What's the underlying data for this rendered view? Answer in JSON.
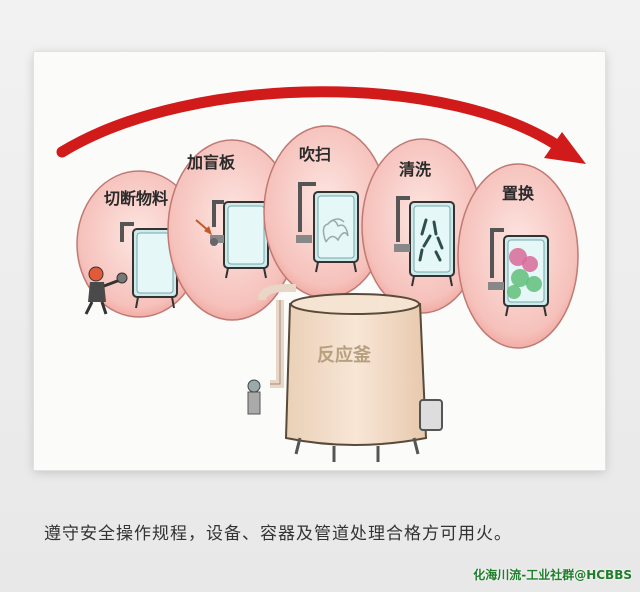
{
  "steps": [
    {
      "label": "切断物料",
      "icon": "worker-closing-valve"
    },
    {
      "label": "加盲板",
      "icon": "blind-plate-arrow"
    },
    {
      "label": "吹扫",
      "icon": "purge-steam"
    },
    {
      "label": "清洗",
      "icon": "wash-spray"
    },
    {
      "label": "置换",
      "icon": "gas-replacement"
    }
  ],
  "tank": {
    "label": "反应釜"
  },
  "caption": "遵守安全操作规程，设备、容器及管道处理合格方可用火。",
  "watermark": "化海川流-工业社群@HCBBS",
  "colors": {
    "bubble": "#f7c5c0",
    "bubble_edge": "#c07a74",
    "arrow": "#d11a1a",
    "vessel": "#cfeaea",
    "tank": "#f3dcc7"
  }
}
